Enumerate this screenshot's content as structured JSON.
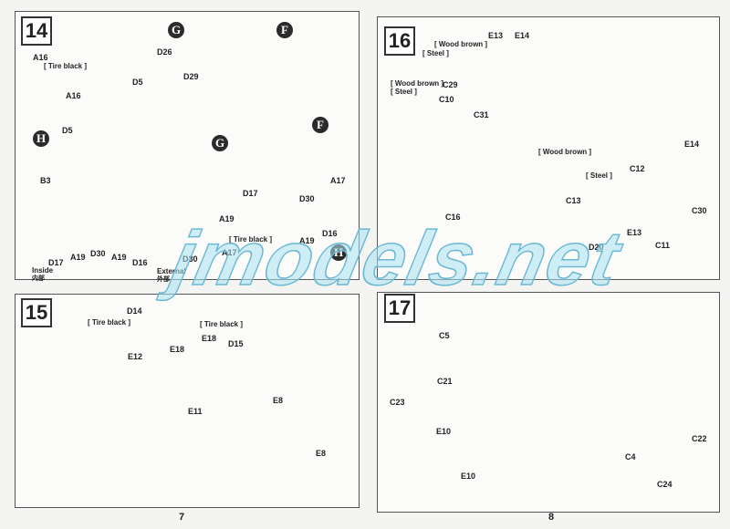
{
  "watermark": "jmodels.net",
  "pages": {
    "left": "7",
    "right": "8"
  },
  "step14": {
    "number": "14",
    "markers": [
      "G",
      "F",
      "F",
      "G",
      "H",
      "H"
    ],
    "labels": [
      "A16",
      "[ Tire black ]",
      "A16",
      "D5",
      "D5",
      "D26",
      "D29",
      "B3",
      "A17",
      "D17",
      "D30",
      "A19",
      "D16",
      "[ Tire black ]",
      "A19",
      "D30",
      "A19",
      "A19",
      "D17",
      "D16",
      "D30",
      "A17"
    ],
    "inside": "Inside",
    "inside_cn": "内部",
    "external": "External",
    "external_cn": "外部"
  },
  "step15": {
    "number": "15",
    "labels": [
      "D14",
      "[ Tire black ]",
      "[ Tire black ]",
      "E12",
      "E18",
      "E18",
      "D15",
      "E11",
      "E8",
      "E8"
    ]
  },
  "step16": {
    "number": "16",
    "labels": [
      "[ Wood brown ]",
      "E13",
      "E14",
      "[ Steel ]",
      "C29",
      "[ Wood brown ]",
      "[ Steel ]",
      "C10",
      "C31",
      "[ Wood brown ]",
      "E14",
      "C12",
      "[ Steel ]",
      "C13",
      "C16",
      "C30",
      "E13",
      "D20",
      "C11"
    ]
  },
  "step17": {
    "number": "17",
    "labels": [
      "C5",
      "C21",
      "C23",
      "E10",
      "C22",
      "C4",
      "E10",
      "C24"
    ]
  }
}
